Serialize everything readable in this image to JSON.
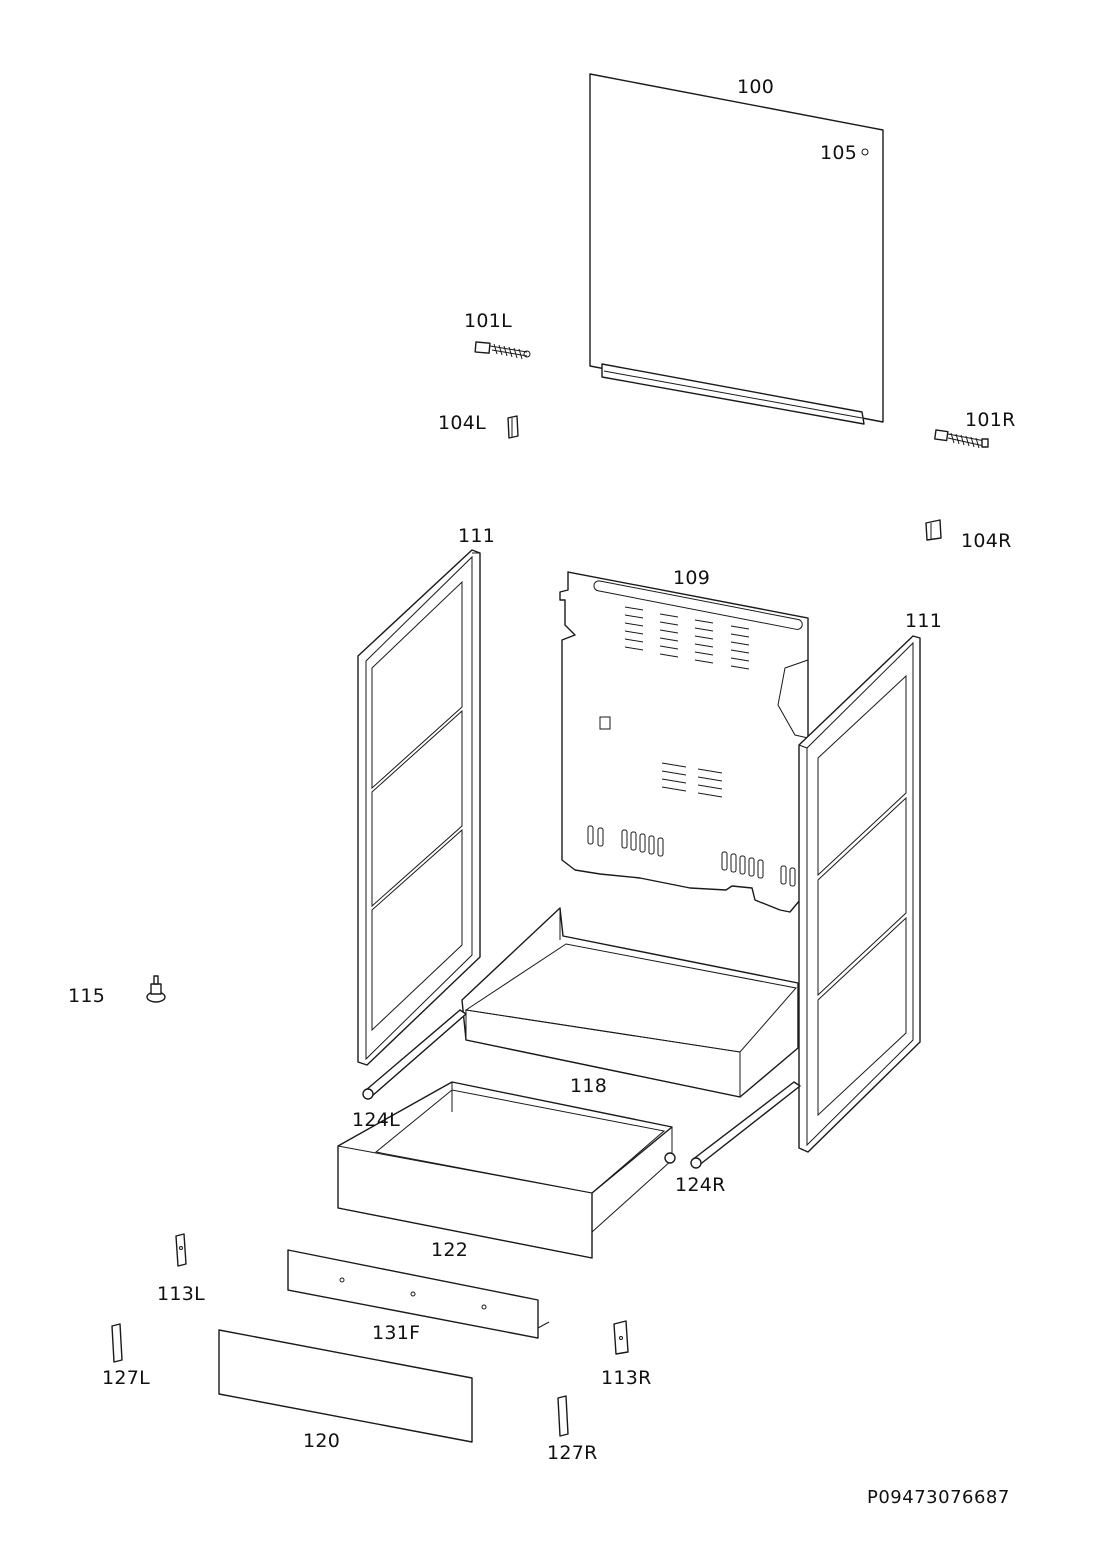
{
  "labels": {
    "p100": "100",
    "p105": "105",
    "p101L": "101L",
    "p104L": "104L",
    "p101R": "101R",
    "p104R": "104R",
    "p111_left": "111",
    "p109": "109",
    "p111_right": "111",
    "p115": "115",
    "p118": "118",
    "p124L": "124L",
    "p124R": "124R",
    "p122": "122",
    "p113L": "113L",
    "p131F": "131F",
    "p127L": "127L",
    "p113R": "113R",
    "p120": "120",
    "p127R": "127R"
  },
  "drawing_code": "P09473076687"
}
